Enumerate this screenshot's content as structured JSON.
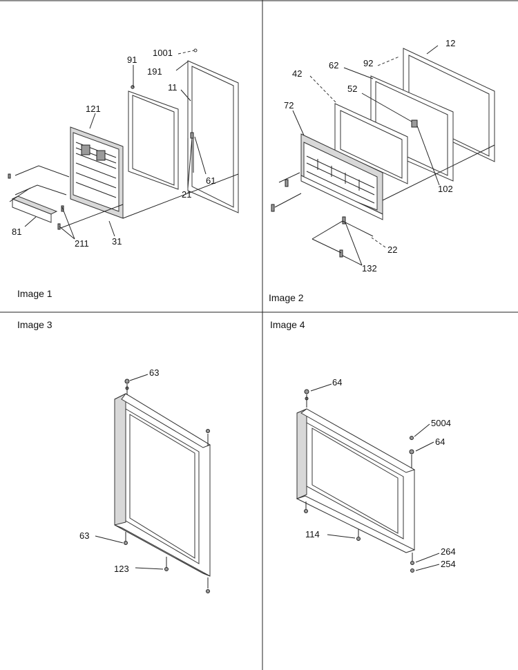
{
  "panels": [
    {
      "title": "Image 1",
      "callouts": [
        "1001",
        "91",
        "191",
        "11",
        "121",
        "61",
        "21",
        "81",
        "211",
        "31"
      ]
    },
    {
      "title": "Image 2",
      "callouts": [
        "12",
        "92",
        "62",
        "42",
        "52",
        "72",
        "102",
        "22",
        "132"
      ]
    },
    {
      "title": "Image 3",
      "callouts": [
        "63",
        "63",
        "123"
      ]
    },
    {
      "title": "Image 4",
      "callouts": [
        "64",
        "5004",
        "64",
        "114",
        "264",
        "254"
      ]
    }
  ]
}
